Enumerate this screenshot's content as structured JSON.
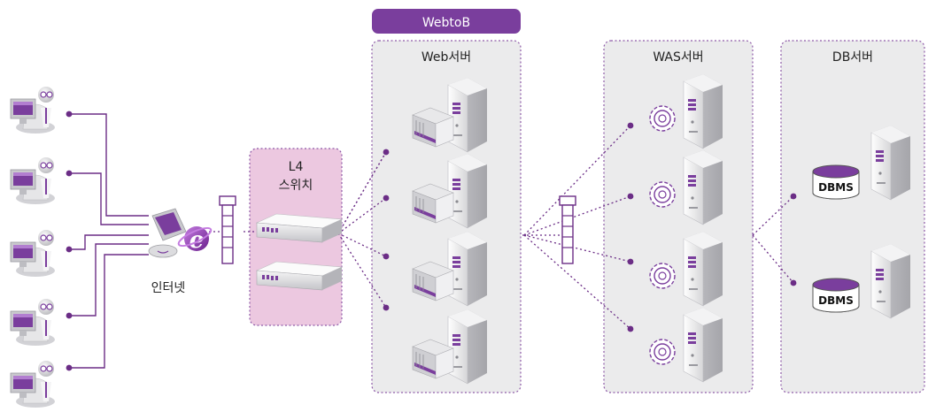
{
  "labels": {
    "webtob": "WebtoB",
    "internet": "인터넷",
    "l4_line1": "L4",
    "l4_line2": "스위치",
    "web_server": "Web서버",
    "was_server": "WAS서버",
    "db_server": "DB서버"
  },
  "dbms_labels": [
    "DBMS",
    "DBMS"
  ],
  "colors": {
    "accent": "#7a3e9d",
    "zone_fill": "#ebebec",
    "l4_fill": "#ecc8e0",
    "line": "#6b2d86"
  },
  "icons": {
    "client": "user-computer-icon",
    "internet": "internet-explorer-icon",
    "switch": "l4-switch-icon",
    "web": "web-server-icon",
    "was": "was-server-gear-icon",
    "db": "db-server-icon",
    "connector": "connector-icon"
  }
}
